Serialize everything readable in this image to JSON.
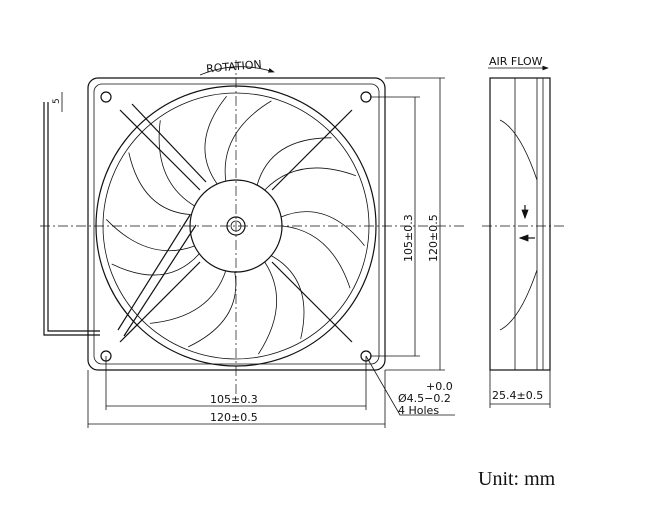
{
  "labels": {
    "rotation": "ROTATION",
    "air_flow": "AIR FLOW",
    "hole_pitch_vertical": "105±0.3",
    "frame_height": "120±0.5",
    "hole_pitch_horizontal": "105±0.3",
    "frame_width": "120±0.5",
    "hole_tol_upper": "+0.0",
    "hole_diameter": "Ø4.5−0.2",
    "hole_count": "4 Holes",
    "thickness": "25.4±0.5",
    "wire_dim": "5",
    "unit": "Unit: mm"
  }
}
